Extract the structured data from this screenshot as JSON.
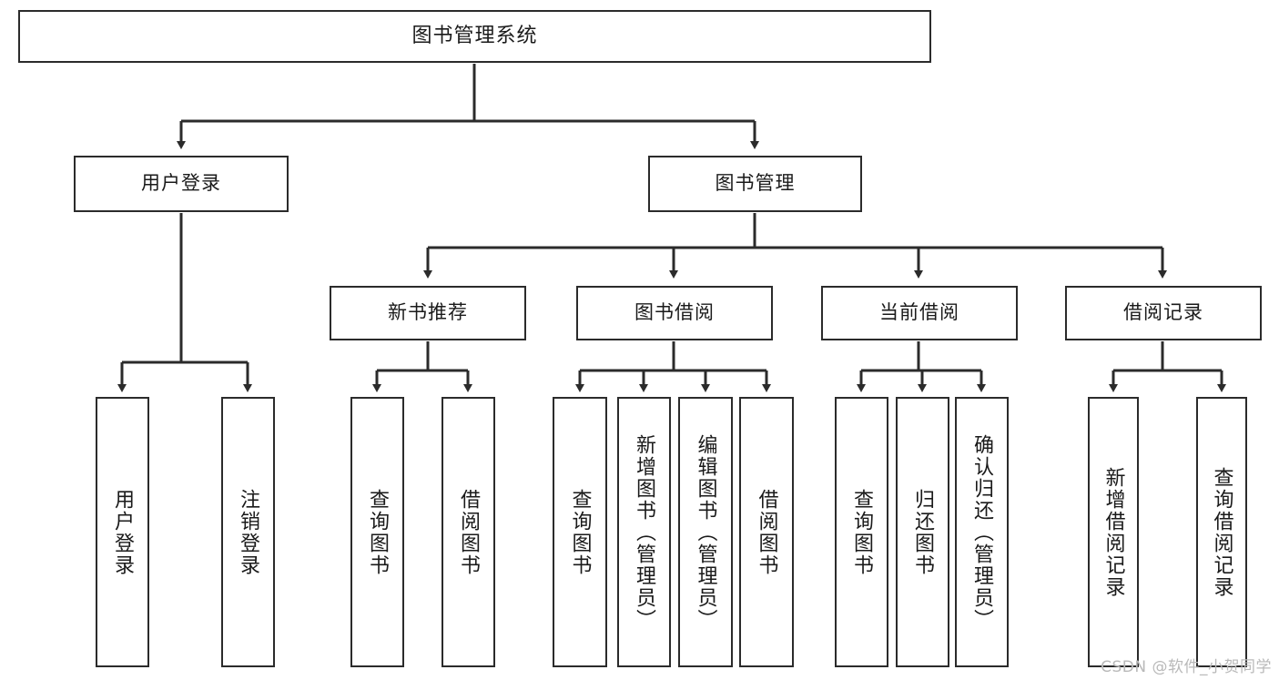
{
  "diagram": {
    "title": "图书管理系统",
    "type": "tree",
    "watermark": "CSDN @软件_小贺同学",
    "colors": {
      "box_border": "#2b2b2b",
      "box_fill": "#ffffff",
      "edge": "#2b2b2b",
      "text": "#1a1a1a",
      "watermark": "#b9b9b9"
    },
    "root": {
      "label": "图书管理系统"
    },
    "level2": [
      {
        "label": "用户登录"
      },
      {
        "label": "图书管理"
      }
    ],
    "level3": [
      {
        "label": "新书推荐"
      },
      {
        "label": "图书借阅"
      },
      {
        "label": "当前借阅"
      },
      {
        "label": "借阅记录"
      }
    ],
    "leaves": {
      "user_login": [
        {
          "label": "用户登录"
        },
        {
          "label": "注销登录"
        }
      ],
      "new_book_recommend": [
        {
          "label": "查询图书"
        },
        {
          "label": "借阅图书"
        }
      ],
      "book_borrow": [
        {
          "label": "查询图书"
        },
        {
          "label": "新增图书（管理员）"
        },
        {
          "label": "编辑图书（管理员）"
        },
        {
          "label": "借阅图书"
        }
      ],
      "current_borrow": [
        {
          "label": "查询图书"
        },
        {
          "label": "归还图书"
        },
        {
          "label": "确认归还（管理员）"
        }
      ],
      "borrow_record": [
        {
          "label": "新增借阅记录"
        },
        {
          "label": "查询借阅记录"
        }
      ]
    }
  }
}
